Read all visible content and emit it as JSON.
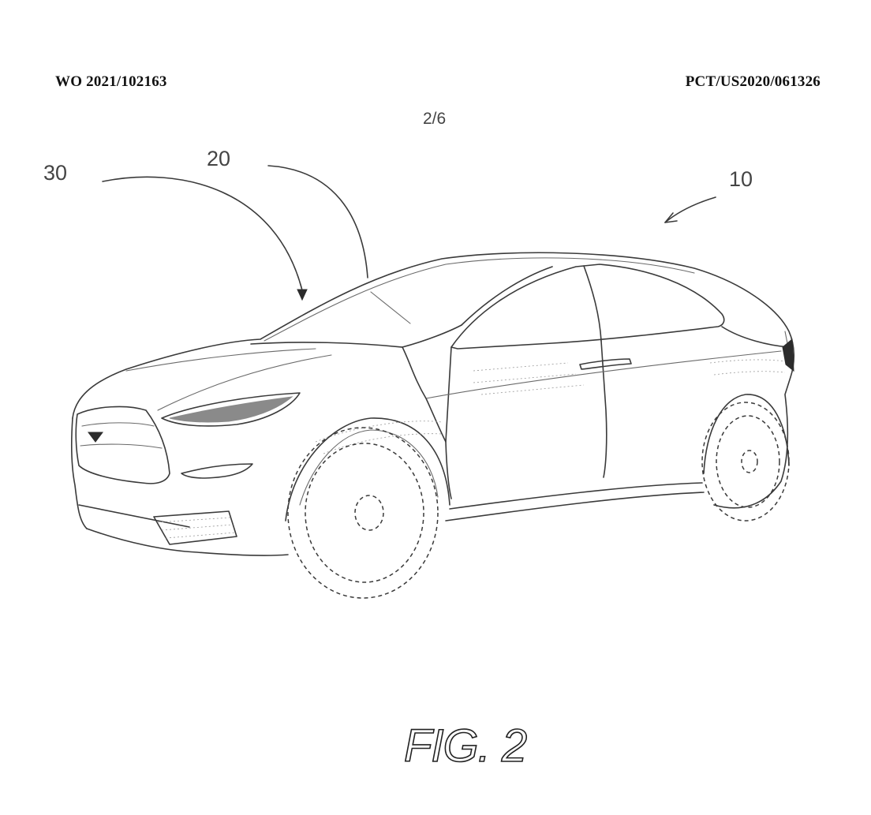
{
  "header": {
    "publication_number": "WO 2021/102163",
    "application_number": "PCT/US2020/061326",
    "sheet": "2/6"
  },
  "reference_numerals": {
    "vehicle": "10",
    "windshield": "20",
    "hood": "30"
  },
  "figure_label": "FIG. 2"
}
